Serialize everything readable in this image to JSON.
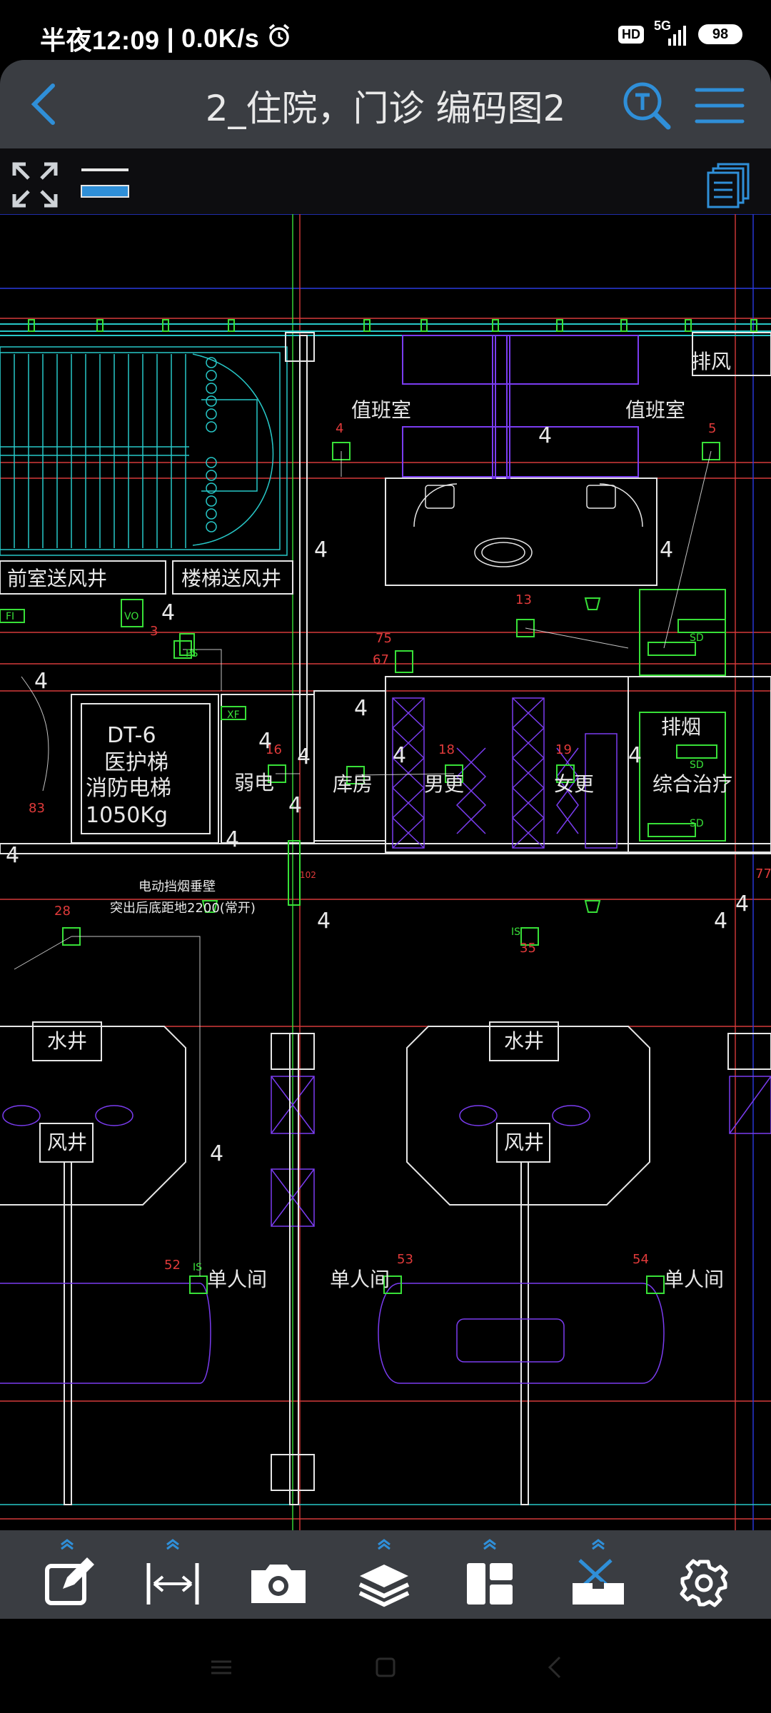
{
  "status": {
    "time": "半夜12:09",
    "separator": "|",
    "speed": "0.0K/s",
    "hd": "HD",
    "network": "5G",
    "battery": "98"
  },
  "appbar": {
    "title": "2_住院，门诊 编码图2"
  },
  "drawing": {
    "rooms": {
      "duty_left": "值班室",
      "duty_right": "值班室",
      "exhaust_top": "排风",
      "front_room_shaft": "前室送风井",
      "stair_shaft": "楼梯送风井",
      "elevator_id": "DT-6",
      "elevator_medical": "医护梯",
      "elevator_fire": "消防电梯",
      "elevator_load": "1050Kg",
      "weak_current": "弱电",
      "storage": "库房",
      "male_change": "男更",
      "female_change": "女更",
      "smoke_exhaust": "排烟",
      "treatment": "综合治疗",
      "note1": "电动挡烟垂壁",
      "note2": "突出后底距地2200(常开)",
      "water_shaft_left": "水井",
      "water_shaft_right": "水井",
      "air_shaft_left": "风井",
      "air_shaft_right": "风井",
      "single_room_1": "单人间",
      "single_room_2": "单人间",
      "single_room_3": "单人间",
      "vo": "VO",
      "xf": "XF",
      "fi": "FI",
      "is1": "IS",
      "is2": "IS",
      "ps": "PS",
      "sd1": "SD",
      "sd2": "SD",
      "sd3": "SD"
    },
    "codes": {
      "c4a": "4",
      "c5": "5",
      "c13": "13",
      "c75": "75",
      "c67": "67",
      "c3": "3",
      "c16": "16",
      "c18": "18",
      "c19": "19",
      "c83": "83",
      "c28": "28",
      "c35": "35",
      "c52": "52",
      "c53": "53",
      "c54": "54",
      "c77": "77",
      "c102": "102"
    },
    "circuit_marks": [
      "4",
      "4",
      "4",
      "4",
      "4",
      "4",
      "4",
      "4",
      "4",
      "4",
      "4",
      "4",
      "4",
      "4",
      "4",
      "4",
      "4"
    ]
  },
  "toolbar": {
    "items": [
      "edit-icon",
      "measure-icon",
      "camera-icon",
      "layers-icon",
      "layout-icon",
      "toolbox-icon",
      "settings-icon"
    ]
  },
  "colors": {
    "appbar": "#3a3d42",
    "accent": "#2f8fd8",
    "wall": "#e6e6e6",
    "layer_cyan": "#27c7c7",
    "layer_green": "#38e038",
    "layer_purple": "#7a3cf0",
    "layer_red": "#d63a3a",
    "layer_blue": "#2a3ae0"
  }
}
